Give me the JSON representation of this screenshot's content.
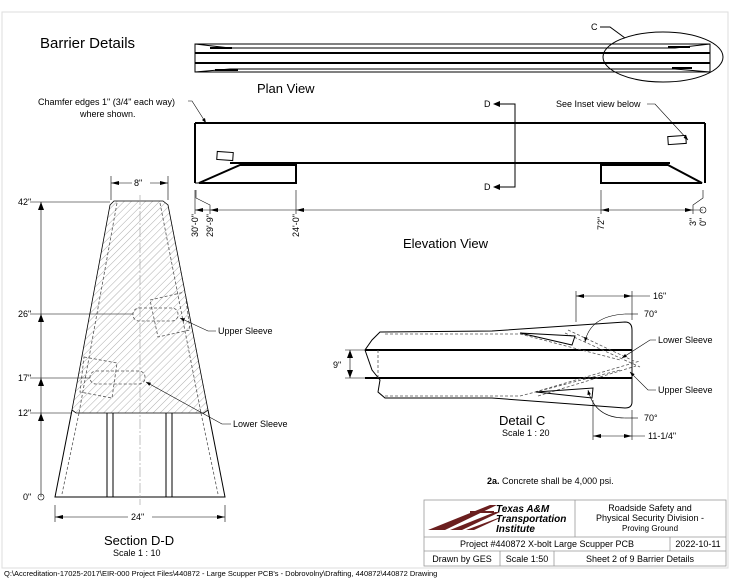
{
  "title": "Barrier Details",
  "plan_view": {
    "label": "Plan View",
    "detail_callout": "C"
  },
  "elevation_view": {
    "label": "Elevation View",
    "chamfer_note_line1": "Chamfer edges 1\" (3/4\" each way)",
    "chamfer_note_line2": "where shown.",
    "inset_note": "See Inset view below",
    "section_mark_top": "D",
    "section_mark_bottom": "D",
    "dimensions": [
      "30'-0\"",
      "29'-9\"",
      "24'-0\"",
      "72\"",
      "3\"",
      "0\""
    ]
  },
  "section_dd": {
    "label": "Section D-D",
    "scale": "Scale 1 : 10",
    "top_width": "8\"",
    "bottom_width": "24\"",
    "heights": [
      "42\"",
      "26\"",
      "17\"",
      "12\"",
      "0\""
    ],
    "upper_sleeve": "Upper Sleeve",
    "lower_sleeve": "Lower Sleeve"
  },
  "detail_c": {
    "label": "Detail C",
    "scale": "Scale 1 : 20",
    "dim_16": "16\"",
    "dim_9": "9\"",
    "dim_11": "11-1/4\"",
    "angle_top": "70°",
    "angle_bottom": "70°",
    "lower_sleeve": "Lower Sleeve",
    "upper_sleeve": "Upper Sleeve"
  },
  "note": {
    "number": "2a.",
    "text": "Concrete shall be 4,000 psi."
  },
  "title_block": {
    "logo_line1": "Texas A&M",
    "logo_line2": "Transportation",
    "logo_line3": "Institute",
    "division_line1": "Roadside Safety and",
    "division_line2": "Physical Security Division -",
    "division_line3": "Proving Ground",
    "project": "Project #440872  X-bolt Large Scupper PCB",
    "date": "2022-10-11",
    "drawn_by": "Drawn by GES",
    "scale": "Scale 1:50",
    "sheet": "Sheet 2 of 9  Barrier Details",
    "logo_color": "#6b1f1f"
  },
  "file_path": "Q:\\Accreditation-17025-2017\\EIR-000 Project Files\\440872 - Large Scupper PCB's - Dobrovolny\\Drafting, 440872\\440872 Drawing"
}
